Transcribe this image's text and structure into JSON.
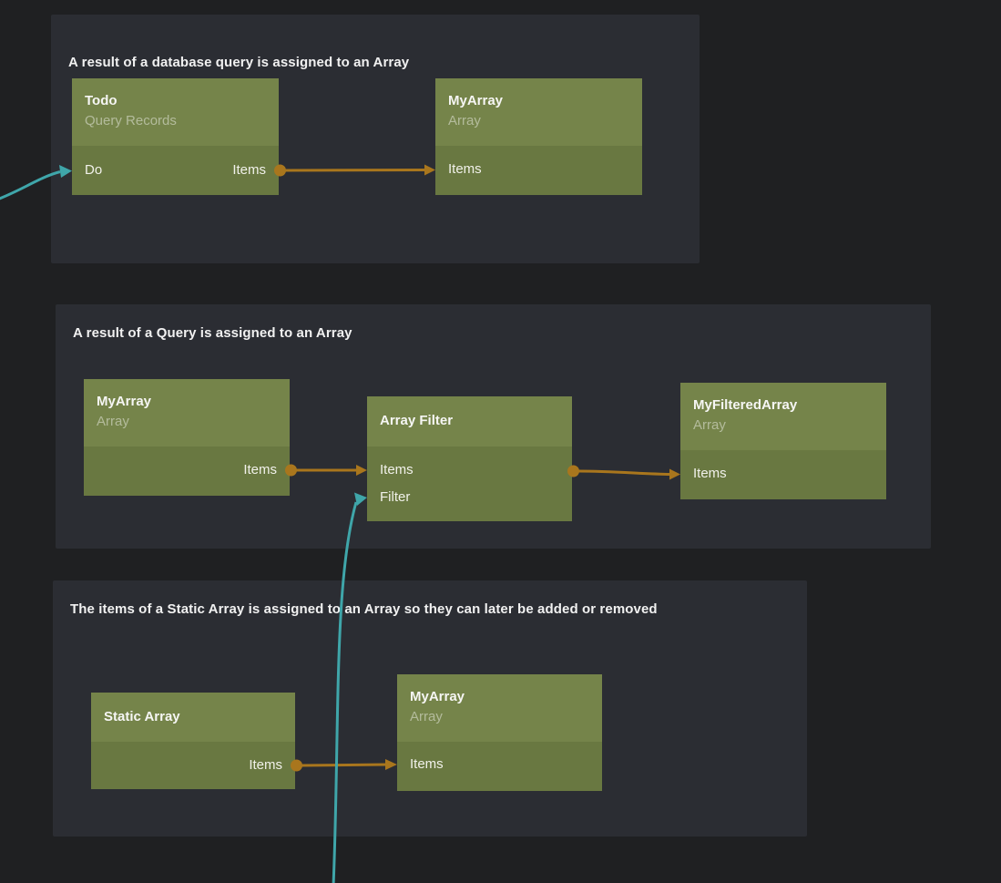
{
  "colors": {
    "canvas_bg": "#1f2022",
    "group_bg": "#2b2d33",
    "node_header_bg": "#75844a",
    "node_body_bg": "#697841",
    "conn_data": "#a9761d",
    "conn_signal": "#3fa6aa",
    "title_color": "#f6f6f4",
    "subtitle_color": "rgba(255,255,255,0.45)",
    "port_color": "#f1f1ea",
    "group_title_color": "#f1f1f1"
  },
  "groups": [
    {
      "title": "A result of a database query is assigned to an Array",
      "nodes": [
        {
          "title": "Todo",
          "subtitle": "Query Records",
          "ports": {
            "inputs": [
              "Do"
            ],
            "outputs": [
              "Items"
            ]
          }
        },
        {
          "title": "MyArray",
          "subtitle": "Array",
          "ports": {
            "inputs": [
              "Items"
            ],
            "outputs": []
          }
        }
      ]
    },
    {
      "title": "A result of a Query is assigned to an Array",
      "nodes": [
        {
          "title": "MyArray",
          "subtitle": "Array",
          "ports": {
            "inputs": [],
            "outputs": [
              "Items"
            ]
          }
        },
        {
          "title": "Array Filter",
          "ports": {
            "inputs": [
              "Items",
              "Filter"
            ],
            "outputs": []
          }
        },
        {
          "title": "MyFilteredArray",
          "subtitle": "Array",
          "ports": {
            "inputs": [
              "Items"
            ],
            "outputs": []
          }
        }
      ]
    },
    {
      "title": "The items of a Static Array is assigned to an Array so they can later be added or removed",
      "nodes": [
        {
          "title": "Static Array",
          "ports": {
            "inputs": [],
            "outputs": [
              "Items"
            ]
          }
        },
        {
          "title": "MyArray",
          "subtitle": "Array",
          "ports": {
            "inputs": [
              "Items"
            ],
            "outputs": []
          }
        }
      ]
    }
  ],
  "connections": [
    {
      "from_node": "Todo",
      "from_port": "Items",
      "to_node": "MyArray",
      "to_port": "Items",
      "kind": "data"
    },
    {
      "from_node": "MyArray",
      "from_port": "Items",
      "to_node": "Array Filter",
      "to_port": "Items",
      "kind": "data"
    },
    {
      "from_node": "Array Filter",
      "from_port": "Items",
      "to_node": "MyFilteredArray",
      "to_port": "Items",
      "kind": "data"
    },
    {
      "from_node": "Static Array",
      "from_port": "Items",
      "to_node": "MyArray",
      "to_port": "Items",
      "kind": "data"
    },
    {
      "from_node": "offscreen-left",
      "to_node": "Todo",
      "to_port": "Do",
      "kind": "signal"
    },
    {
      "from_node": "offscreen-bottom",
      "to_node": "Array Filter",
      "to_port": "Filter",
      "kind": "signal"
    }
  ]
}
